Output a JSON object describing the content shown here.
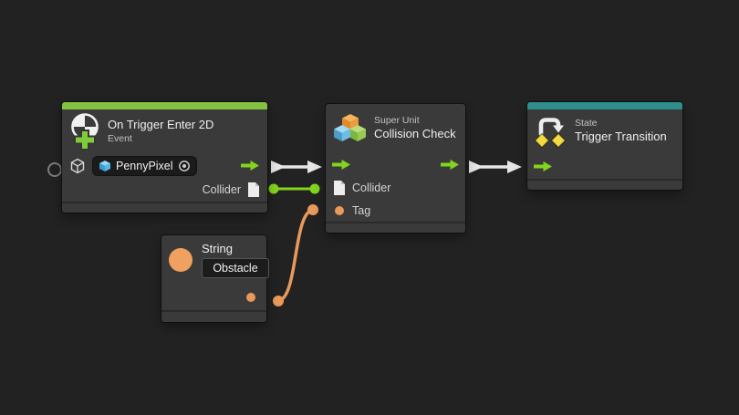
{
  "graph": {
    "background_color": "#222222",
    "node_color": "#3A3A3A"
  },
  "nodes": {
    "on_trigger_enter_2d": {
      "title": "On Trigger Enter 2D",
      "subtitle": "Event",
      "bar_color": "#84C342",
      "target_field": {
        "value": "PennyPixel"
      },
      "output_port_label": "Collider"
    },
    "collision_check": {
      "subtitle": "Super Unit",
      "title": "Collision Check",
      "input_port_collider": "Collider",
      "input_port_tag": "Tag"
    },
    "trigger_transition": {
      "subtitle": "State",
      "title": "Trigger Transition",
      "bar_color": "#2F8E8C"
    },
    "string_literal": {
      "title": "String",
      "value": "Obstacle"
    }
  },
  "connections": [
    {
      "type": "control",
      "from": "On Trigger Enter 2D",
      "to": "Collision Check",
      "color": "#E6E6E6"
    },
    {
      "type": "value",
      "from": "On Trigger Enter 2D : Collider",
      "to": "Collision Check : Collider",
      "color": "#82D41E"
    },
    {
      "type": "control",
      "from": "Collision Check",
      "to": "Trigger Transition",
      "color": "#E6E6E6"
    },
    {
      "type": "value",
      "from": "String : Obstacle",
      "to": "Collision Check : Tag",
      "color": "#E9995A"
    }
  ],
  "colors": {
    "flow_green": "#82D41E",
    "event_bar_green": "#84C342",
    "state_bar_teal": "#2F8E8C",
    "value_orange": "#E9995A",
    "control_wire_white": "#E6E6E6",
    "diamond_yellow": "#F2DA41"
  }
}
